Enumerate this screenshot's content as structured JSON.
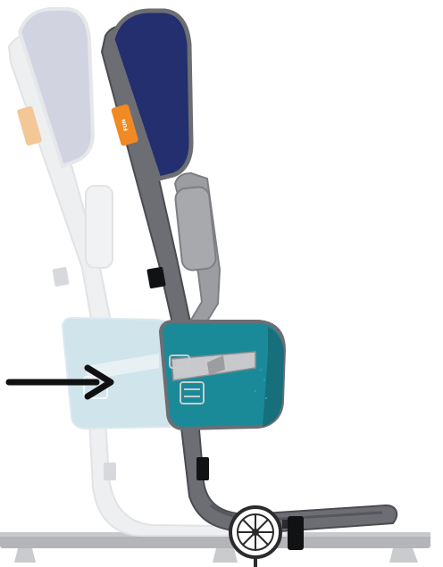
{
  "diagram": {
    "kind": "seat-position-adjustment",
    "motion_direction": "right",
    "colors": {
      "background": "#ffffff",
      "ghost_seat": "#e6e7ea",
      "ghost_backrest": "#cfd3df",
      "ghost_cushion": "#cfe6ec",
      "seat_frame": "#6c6e73",
      "seat_frame_dark": "#45474c",
      "backrest": "#232f6e",
      "cushion": "#1b8a98",
      "cushion_dark": "#12707d",
      "strap": "#9b9da1",
      "brand_tab": "#f08a24",
      "arrow": "#111111",
      "rail": "#a9abaf",
      "wheel": "#2b2b2d"
    },
    "brand_tab": {
      "text": "ꜰᴜɴ",
      "orientation": "vertical"
    },
    "icons": [
      "move-arrow-icon",
      "wheel-icon",
      "brake-icon",
      "buckle-icon"
    ]
  }
}
